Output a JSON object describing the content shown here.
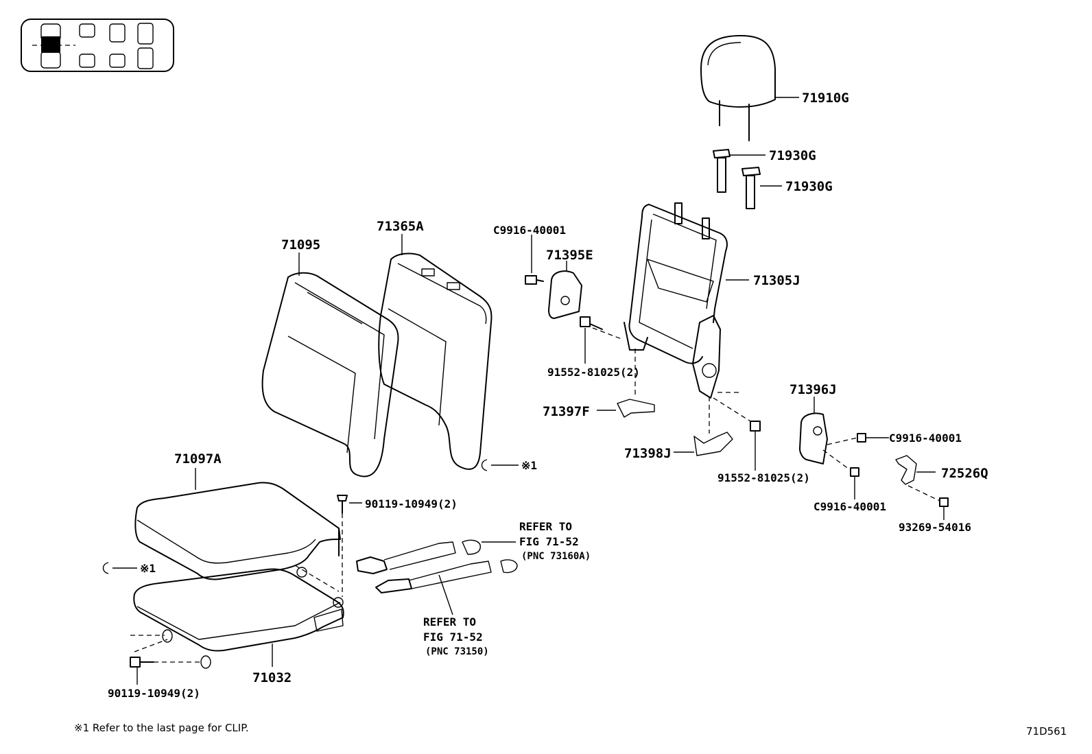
{
  "labels": {
    "p71910G": "71910G",
    "p71930G_a": "71930G",
    "p71930G_b": "71930G",
    "p71305J": "71305J",
    "p71365A": "71365A",
    "p71095": "71095",
    "pC9916_top": "C9916-40001",
    "p71395E": "71395E",
    "p91552_a": "91552-81025(2)",
    "p71397F": "71397F",
    "p71398J": "71398J",
    "p91552_b": "91552-81025(2)",
    "p71396J": "71396J",
    "pC9916_right": "C9916-40001",
    "pC9916_bottom": "C9916-40001",
    "p72526Q": "72526Q",
    "p93269": "93269-54016",
    "p71097A": "71097A",
    "p90119_top": "90119-10949(2)",
    "p90119_bottom": "90119-10949(2)",
    "p71032": "71032",
    "clip_mark_a": "※1",
    "clip_mark_b": "※1"
  },
  "refer_a": {
    "line1": "REFER TO",
    "line2": "FIG 71-52",
    "line3": "(PNC 73160A)"
  },
  "refer_b": {
    "line1": "REFER TO",
    "line2": "FIG 71-52",
    "line3": "(PNC 73150)"
  },
  "footnote": "※1  Refer to the last page for CLIP.",
  "figure_code": "71D561"
}
